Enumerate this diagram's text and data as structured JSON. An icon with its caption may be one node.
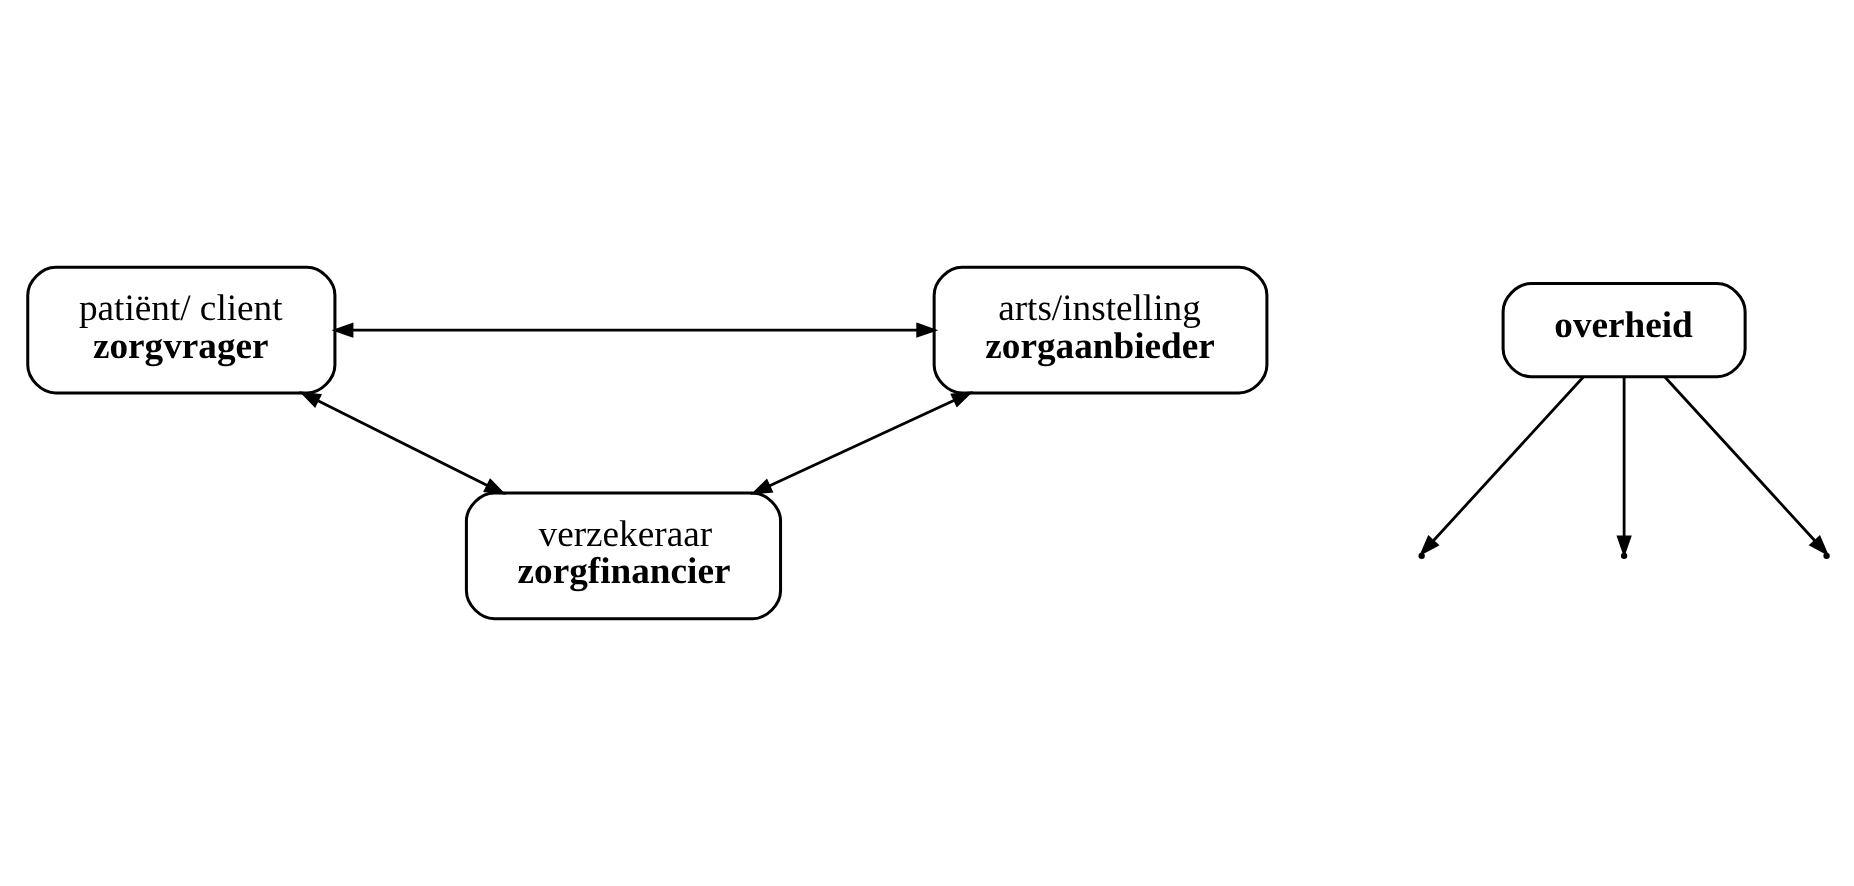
{
  "diagram": {
    "nodes": [
      {
        "text": [
          "patiënt/ client",
          "zorgvrager"
        ]
      },
      {
        "text": [
          "arts/instelling",
          "zorgaanbieder"
        ]
      },
      {
        "text": [
          "overheid"
        ]
      },
      {
        "text": [
          "verzekeraar",
          "zorgfinancier"
        ]
      }
    ],
    "edges": [
      {
        "from": 0,
        "to": 1,
        "arrow": "both"
      },
      {
        "from": 2,
        "to": null,
        "arrow": "to"
      },
      {
        "from": 2,
        "to": null,
        "arrow": "to"
      },
      {
        "from": 2,
        "to": null,
        "arrow": "to"
      },
      {
        "from": 0,
        "to": 3,
        "arrow": "both"
      },
      {
        "from": 1,
        "to": 3,
        "arrow": "both"
      }
    ]
  }
}
